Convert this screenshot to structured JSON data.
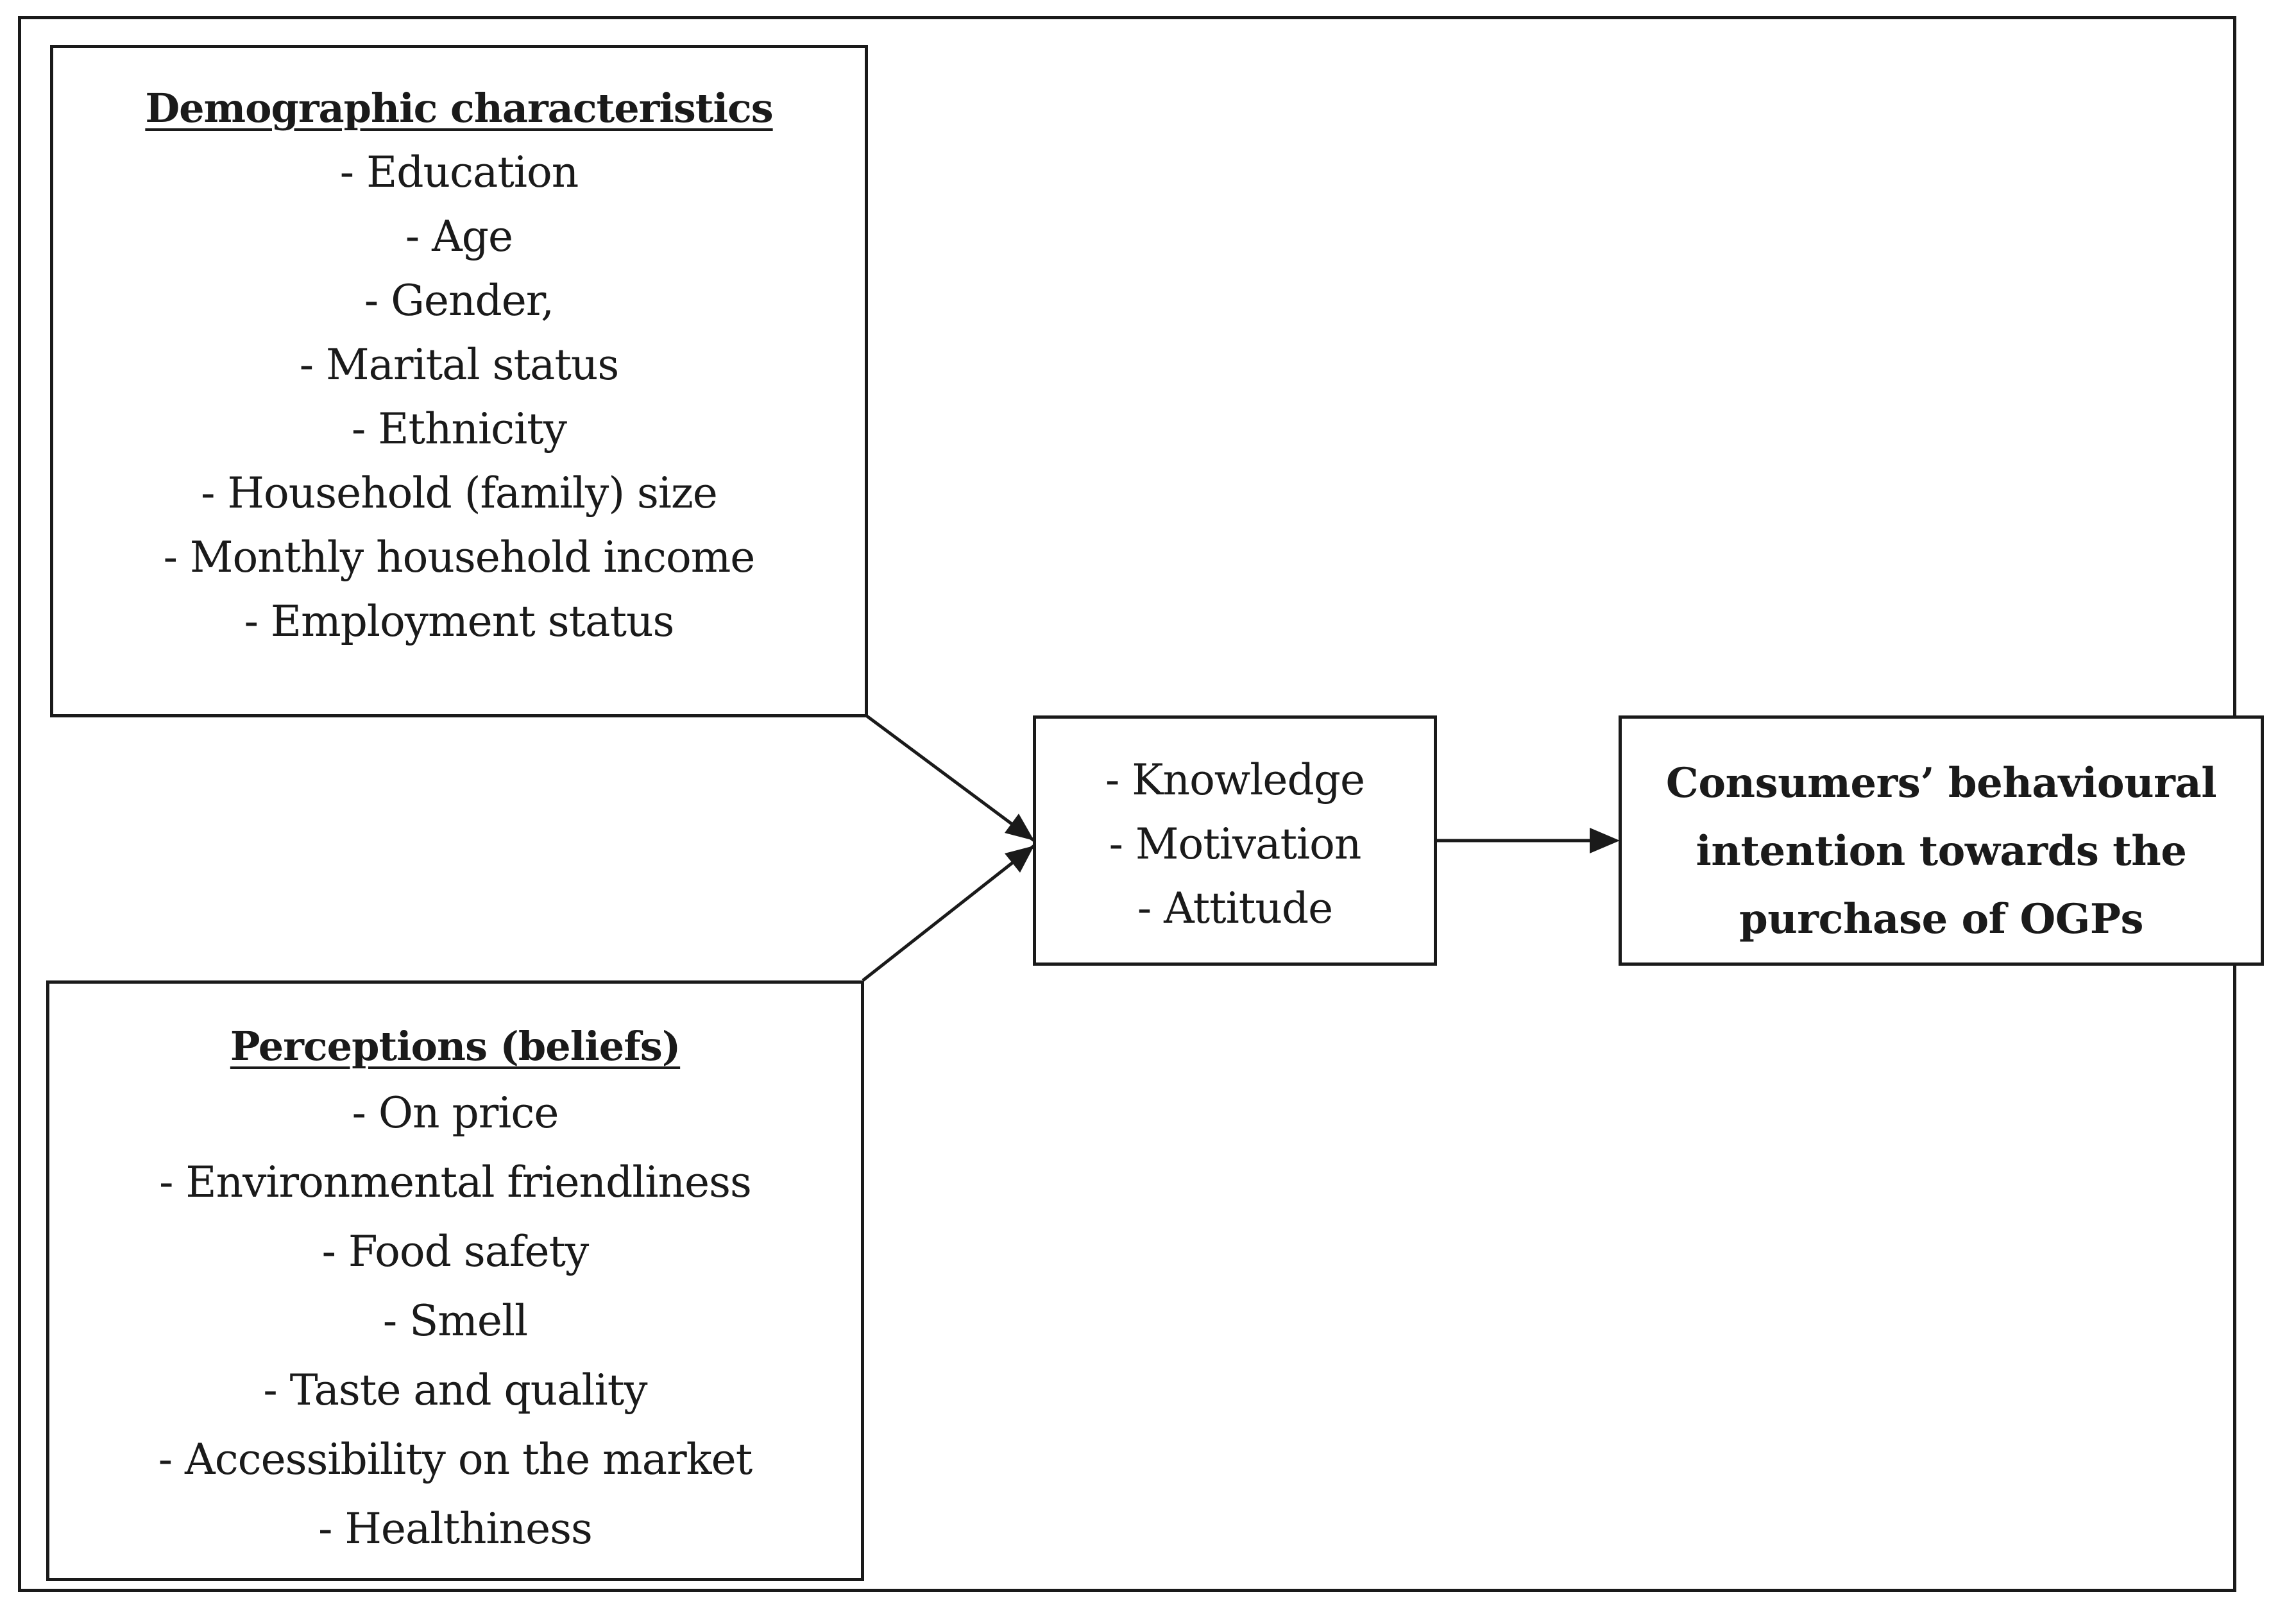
{
  "demographics": {
    "title": "Demographic characteristics",
    "items": [
      "- Education",
      "- Age",
      "- Gender,",
      "- Marital status",
      "- Ethnicity",
      "- Household (family) size",
      "- Monthly household income",
      "- Employment status"
    ]
  },
  "perceptions": {
    "title": "Perceptions (beliefs)",
    "items": [
      "- On price",
      "- Environmental friendliness",
      "- Food safety",
      "- Smell",
      "- Taste and quality",
      "- Accessibility on the market",
      "- Healthiness"
    ]
  },
  "mediators": {
    "items": [
      "- Knowledge",
      "- Motivation",
      "- Attitude"
    ]
  },
  "outcome": {
    "lines": [
      "Consumers’ behavioural",
      "intention towards the",
      "purchase of OGPs"
    ]
  }
}
